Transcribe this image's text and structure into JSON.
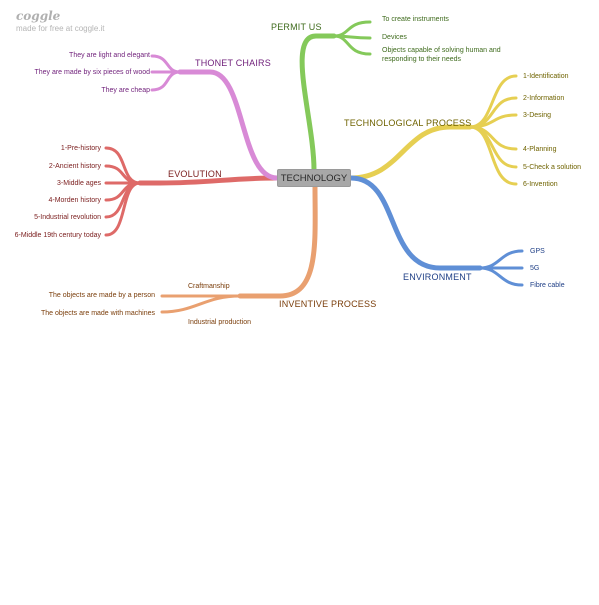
{
  "watermark": {
    "logo": "coggle",
    "subtitle": "made for free at coggle.it"
  },
  "center": {
    "label": "TECHNOLOGY"
  },
  "colors": {
    "permit": "#84c95a",
    "process": "#e6cf52",
    "environment": "#5f8fd6",
    "inventive": "#e9a070",
    "evolution": "#de6a68",
    "thonet": "#d88ad6",
    "text_permit": "#3f6b1d",
    "text_process": "#6f6300",
    "text_environment": "#1f3f86",
    "text_inventive": "#7a3d0a",
    "text_evolution": "#7a1d1d",
    "text_thonet": "#6f1f7a"
  },
  "branches": {
    "permit": {
      "label": "PERMIT US",
      "items": [
        "To create instruments",
        "Devices",
        "Objects capable of solving human and",
        "responding to their needs"
      ]
    },
    "process": {
      "label": "TECHNOLOGICAL PROCESS",
      "items": [
        "1-Identification",
        "2-Information",
        "3-Desing",
        "4-Planning",
        "5-Check a solution",
        "6-Invention"
      ]
    },
    "environment": {
      "label": "ENVIRONMENT",
      "items": [
        "GPS",
        "5G",
        "Fibre cable"
      ]
    },
    "inventive": {
      "label": "INVENTIVE PROCESS",
      "sub1": "Craftmanship",
      "sub2": "Industrial production",
      "items": [
        "The objects are made by a person",
        "The objects are made with machines"
      ]
    },
    "evolution": {
      "label": "EVOLUTION",
      "items": [
        "1-Pre-history",
        "2-Ancient history",
        "3-Middle ages",
        "4-Morden history",
        "5-Industrial revolution",
        "6-Middle 19th century today"
      ]
    },
    "thonet": {
      "label": "THONET CHAIRS",
      "items": [
        "They are light and elegant",
        "They are made by six pieces of wood",
        "They are cheap"
      ]
    }
  }
}
